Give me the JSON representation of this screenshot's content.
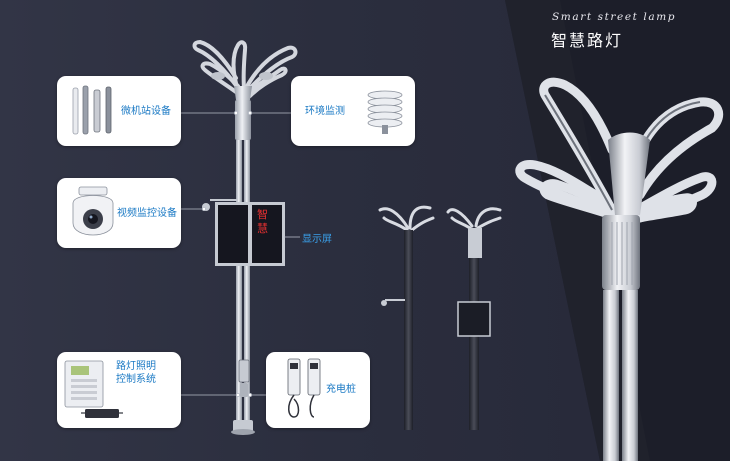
{
  "title_en": "Smart street lamp",
  "title_zh": "智慧路灯",
  "callouts": {
    "micro_base_station": "微机站设备",
    "environment_monitoring": "环境监测",
    "video_surveillance": "视频监控设备",
    "display_screen": "显示屏",
    "lighting_control_line1": "路灯照明",
    "lighting_control_line2": "控制系统",
    "charging_pile": "充电桩"
  },
  "display_text": "智慧"
}
